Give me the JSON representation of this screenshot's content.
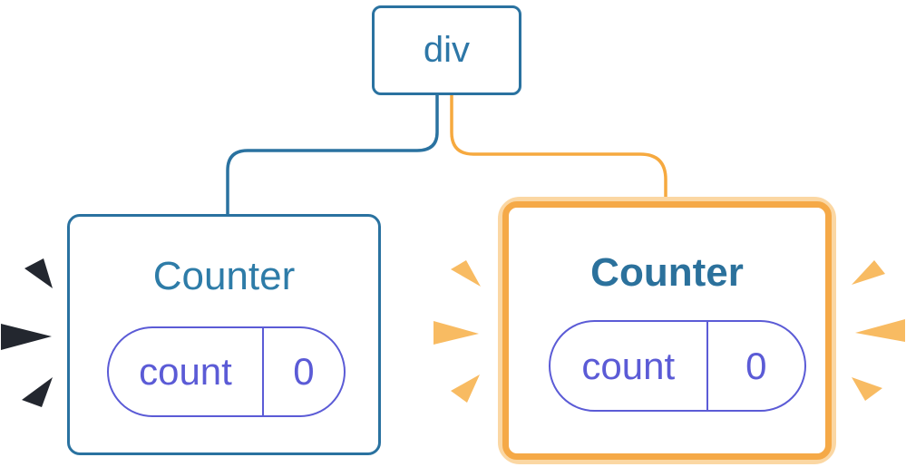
{
  "diagram": {
    "description": "React component tree: div root with two Counter children; right Counter highlighted as re-rendered",
    "root_node": {
      "label": "div"
    },
    "left_counter": {
      "title": "Counter",
      "state_pill": {
        "key": "count",
        "value": "0"
      }
    },
    "right_counter": {
      "title": "Counter",
      "state_pill": {
        "key": "count",
        "value": "0"
      },
      "highlighted": "true"
    },
    "icons": {
      "left_bursts": "burst-marks-dark",
      "middle_bursts": "burst-marks-orange",
      "right_bursts": "burst-marks-orange"
    }
  },
  "colors": {
    "node_border_blue": "#2A72A0",
    "node_text_blue": "#2D77A7",
    "title_blue": "#2E7CA8",
    "title_blue_bold": "#2B719C",
    "pill_indigo": "#5B5BD6",
    "highlight_orange": "#F5A947",
    "highlight_orange_light": "#FBD7A3",
    "connector_orange": "#F6A93F",
    "burst_orange": "#F8BB62",
    "burst_dark": "#23272F",
    "background": "#FFFFFF"
  }
}
